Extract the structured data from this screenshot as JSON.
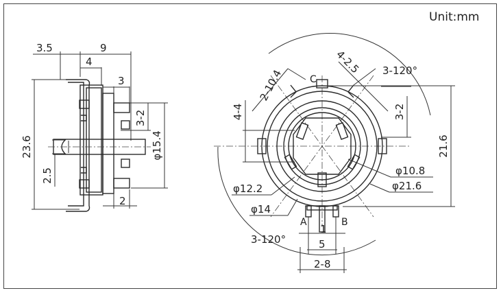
{
  "drawing": {
    "unit_label": "Unit:mm",
    "side_view": {
      "dims": {
        "shaft_offset": "3.5",
        "total_depth": "9",
        "body_depth": "4",
        "flange": "3",
        "slot": "3-2",
        "height": "23.6",
        "pitch": "2.5",
        "diameter": "φ15.4",
        "bottom": "2"
      }
    },
    "front_view": {
      "dims": {
        "slots": "2-10.4",
        "notches": "4-2.5",
        "angle_top": "3-120°",
        "angle_bottom": "3-120°",
        "left_slot": "4-4",
        "right_slot": "3-2",
        "height": "21.6",
        "d_inner": "φ10.8",
        "d_outer": "φ21.6",
        "d_122": "φ12.2",
        "d_14": "φ14",
        "pin_pitch": "1",
        "pin_span": "5",
        "footprint": "2-8"
      },
      "terminals": {
        "a": "A",
        "b": "B",
        "c": "C"
      }
    }
  }
}
